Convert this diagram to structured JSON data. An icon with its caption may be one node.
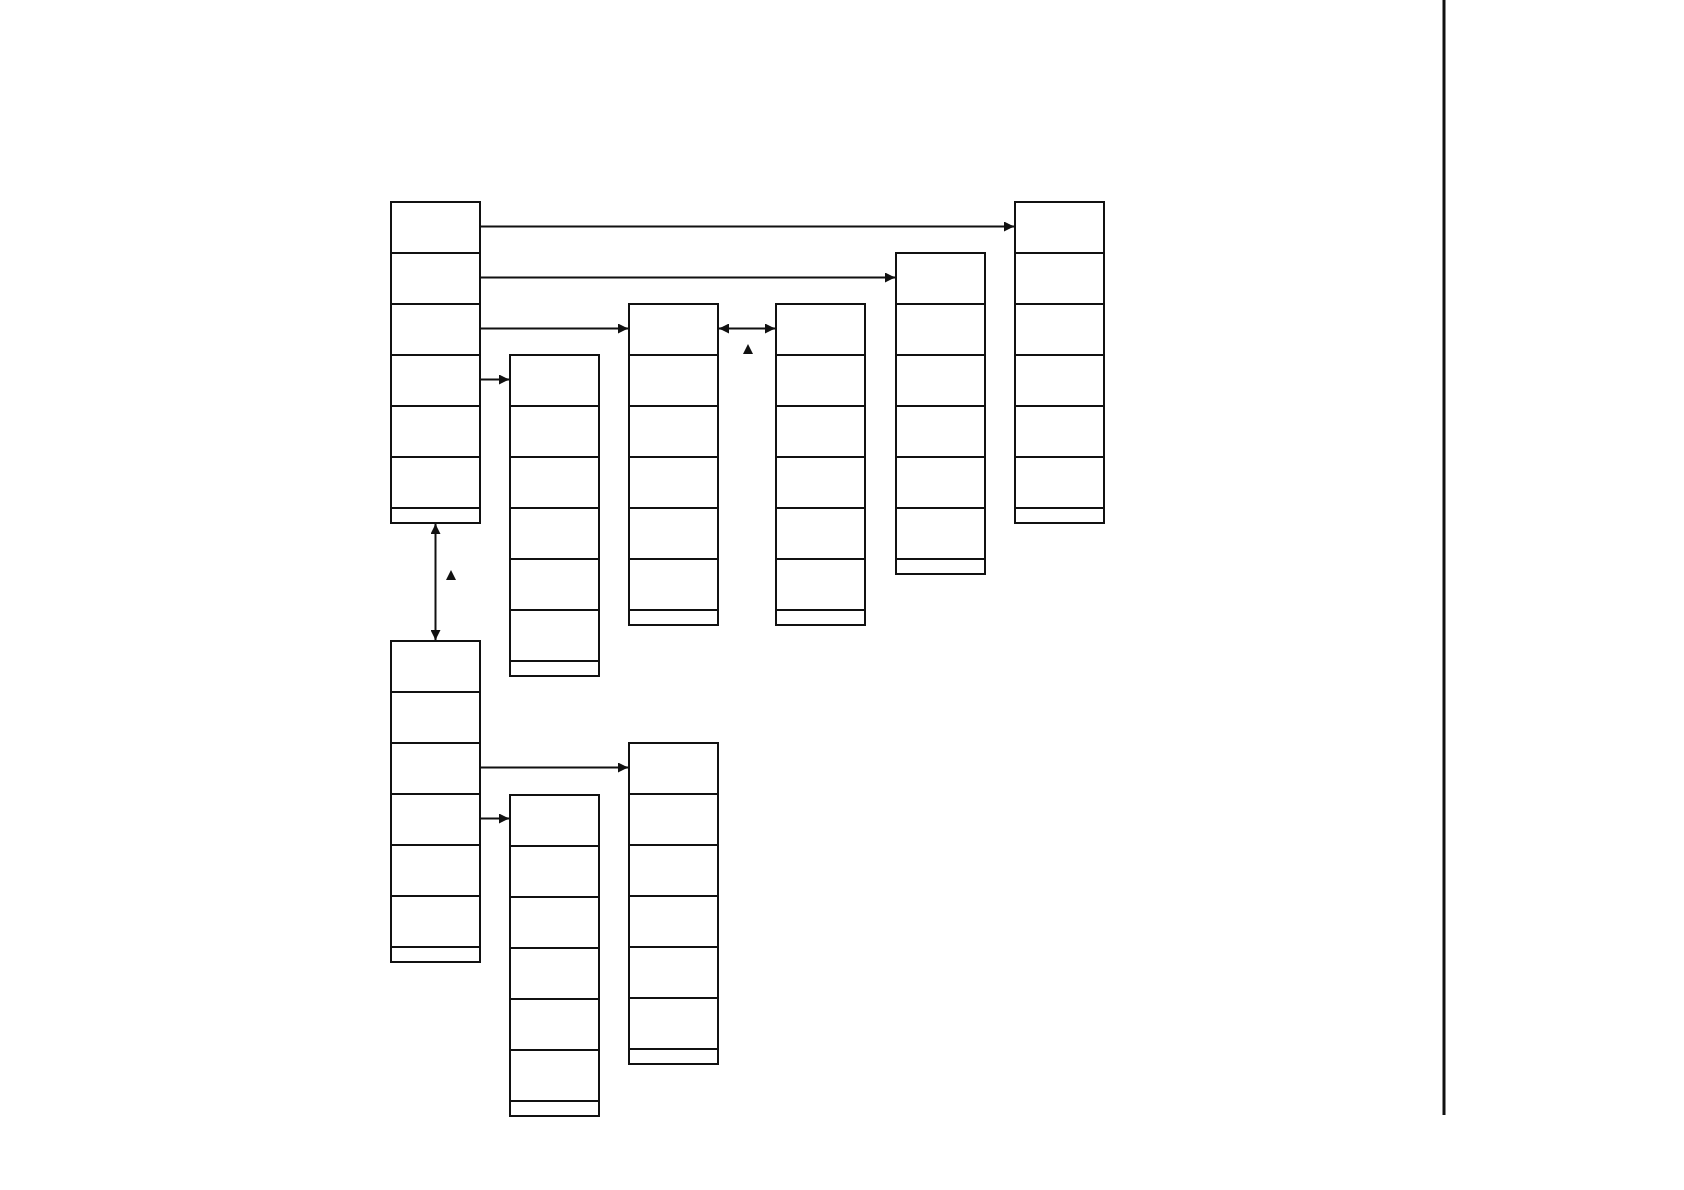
{
  "diagram": {
    "nodes": [
      {
        "text": [],
        "shape": "box"
      },
      {
        "text": [],
        "shape": "box"
      },
      {
        "text": [],
        "shape": "box"
      },
      {
        "text": [],
        "shape": "box"
      },
      {
        "text": [],
        "shape": "box"
      },
      {
        "text": [],
        "shape": "box"
      },
      {
        "text": [],
        "shape": "box"
      },
      {
        "text": [],
        "shape": "box"
      },
      {
        "text": [],
        "shape": "box"
      }
    ],
    "edges": [
      {
        "from": 0,
        "to": 1,
        "arrow": "to"
      },
      {
        "from": 0,
        "to": 2,
        "arrow": "to"
      },
      {
        "from": 0,
        "to": 3,
        "arrow": "to"
      },
      {
        "from": 3,
        "to": 4,
        "arrow": "both"
      },
      {
        "from": 0,
        "to": 5,
        "arrow": "to"
      },
      {
        "from": 0,
        "to": 6,
        "arrow": "both"
      },
      {
        "from": 6,
        "to": 7,
        "arrow": "to"
      },
      {
        "from": 6,
        "to": 8,
        "arrow": "to"
      }
    ]
  }
}
